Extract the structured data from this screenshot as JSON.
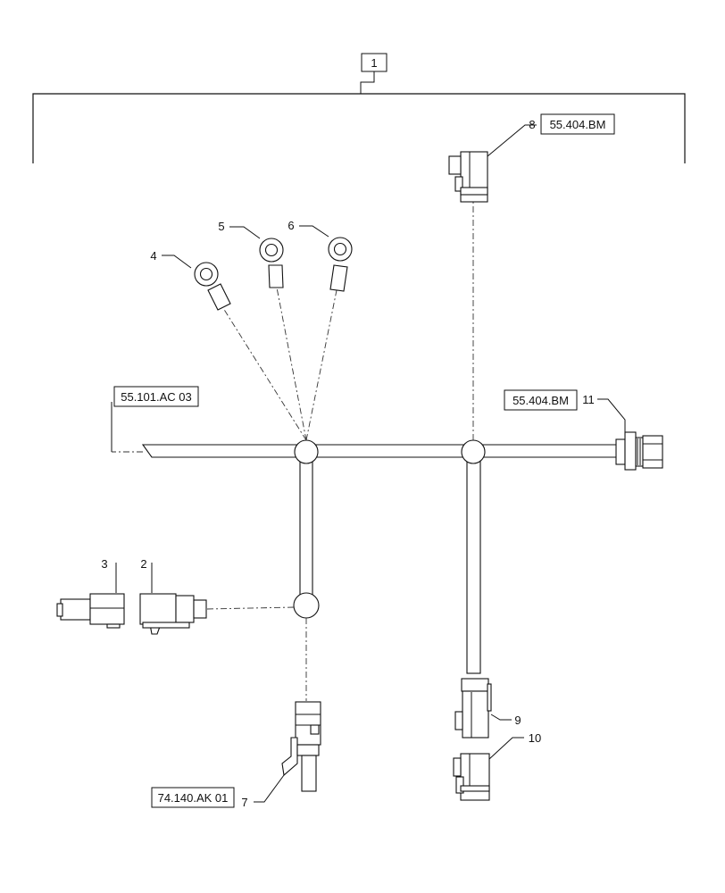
{
  "assembly": {
    "item": "1"
  },
  "callouts": {
    "c2": "2",
    "c3": "3",
    "c4": "4",
    "c5": "5",
    "c6": "6",
    "c7": "7",
    "c8": "8",
    "c9": "9",
    "c10": "10",
    "c11": "11"
  },
  "references": {
    "ref_8": "55.404.BM",
    "ref_11": "55.404.BM",
    "ref_main": "55.101.AC 03",
    "ref_7": "74.140.AK 01"
  }
}
